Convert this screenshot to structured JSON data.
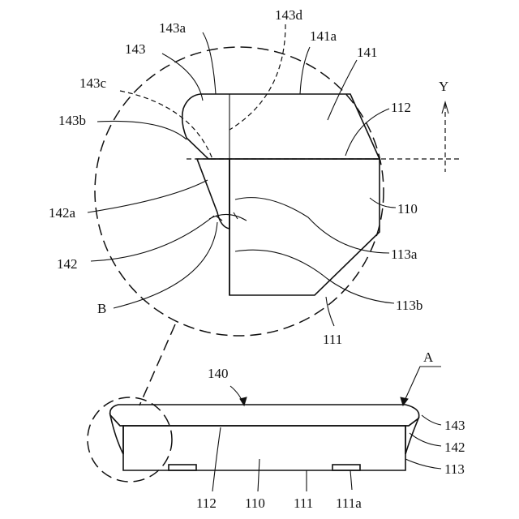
{
  "labels": {
    "l143a": "143a",
    "l143d": "143d",
    "l143": "143",
    "l141a": "141a",
    "l141": "141",
    "l143c": "143c",
    "lY": "Y",
    "l112_top": "112",
    "l143b": "143b",
    "l142a": "142a",
    "l110_top": "110",
    "l113a": "113a",
    "l142_top": "142",
    "lB": "B",
    "l113b": "113b",
    "l111_top": "111",
    "lA": "A",
    "l140": "140",
    "l143_bottom": "143",
    "l142_bottom": "142",
    "l113_bottom": "113",
    "l112_bottom": "112",
    "l110_bottom": "110",
    "l111_bottom": "111",
    "l111a": "111a"
  }
}
